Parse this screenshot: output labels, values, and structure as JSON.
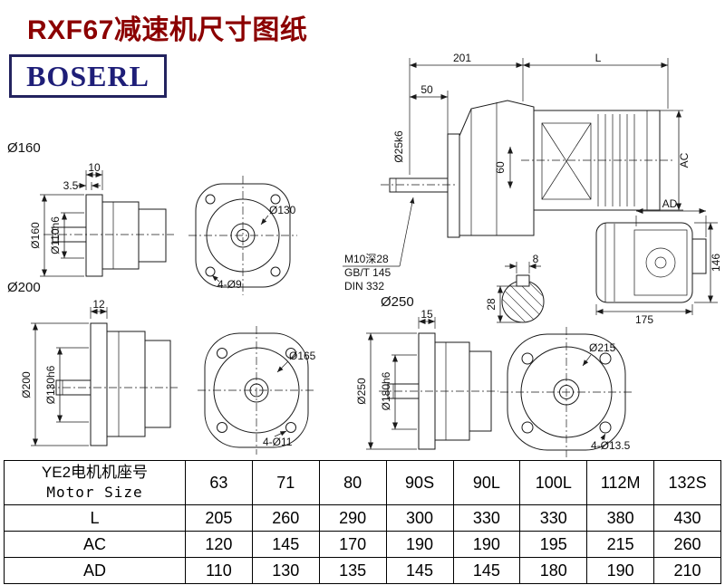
{
  "page": {
    "title": "RXF67减速机尺寸图纸",
    "brand": "BOSERL"
  },
  "colors": {
    "title_red": "#8b0000",
    "brand_navy": "#1e1e78",
    "line_dark": "#1a1a1a"
  },
  "drawings": {
    "assembly": {
      "dim_201": "201",
      "dim_L": "L",
      "dim_50": "50",
      "dim_shaft": "Ø25k6",
      "dim_60": "60",
      "dim_ac": "AC"
    },
    "thread_note": {
      "line1": "M10深28",
      "line2": "GB/T 145",
      "line3": "DIN 332"
    },
    "rear_view": {
      "dim_ad": "AD",
      "dim_146": "146",
      "dim_175": "175"
    },
    "key_section": {
      "dim_width": "8",
      "dim_height": "28"
    },
    "d160": {
      "label": "Ø160",
      "dim_flange": "10",
      "dim_step": "3.5",
      "dim_outer": "Ø160",
      "dim_inner": "Ø110h6",
      "dim_circle": "Ø130",
      "dim_holes": "4-Ø9"
    },
    "d200": {
      "label": "Ø200",
      "dim_flange": "12",
      "dim_outer": "Ø200",
      "dim_inner": "Ø130h6",
      "dim_circle": "Ø165",
      "dim_holes": "4-Ø11"
    },
    "d250": {
      "label": "Ø250",
      "dim_flange": "15",
      "dim_outer": "Ø250",
      "dim_inner": "Ø180h6",
      "dim_circle": "Ø215",
      "dim_holes": "4-Ø13.5"
    }
  },
  "table": {
    "header_cn": "YE2电机机座号",
    "header_en": "Motor Size",
    "sizes": [
      "63",
      "71",
      "80",
      "90S",
      "90L",
      "100L",
      "112M",
      "132S"
    ],
    "rows": [
      {
        "label": "L",
        "values": [
          "205",
          "260",
          "290",
          "300",
          "330",
          "330",
          "380",
          "430"
        ]
      },
      {
        "label": "AC",
        "values": [
          "120",
          "145",
          "170",
          "190",
          "190",
          "195",
          "215",
          "260"
        ]
      },
      {
        "label": "AD",
        "values": [
          "110",
          "130",
          "135",
          "145",
          "145",
          "180",
          "190",
          "210"
        ]
      }
    ]
  }
}
